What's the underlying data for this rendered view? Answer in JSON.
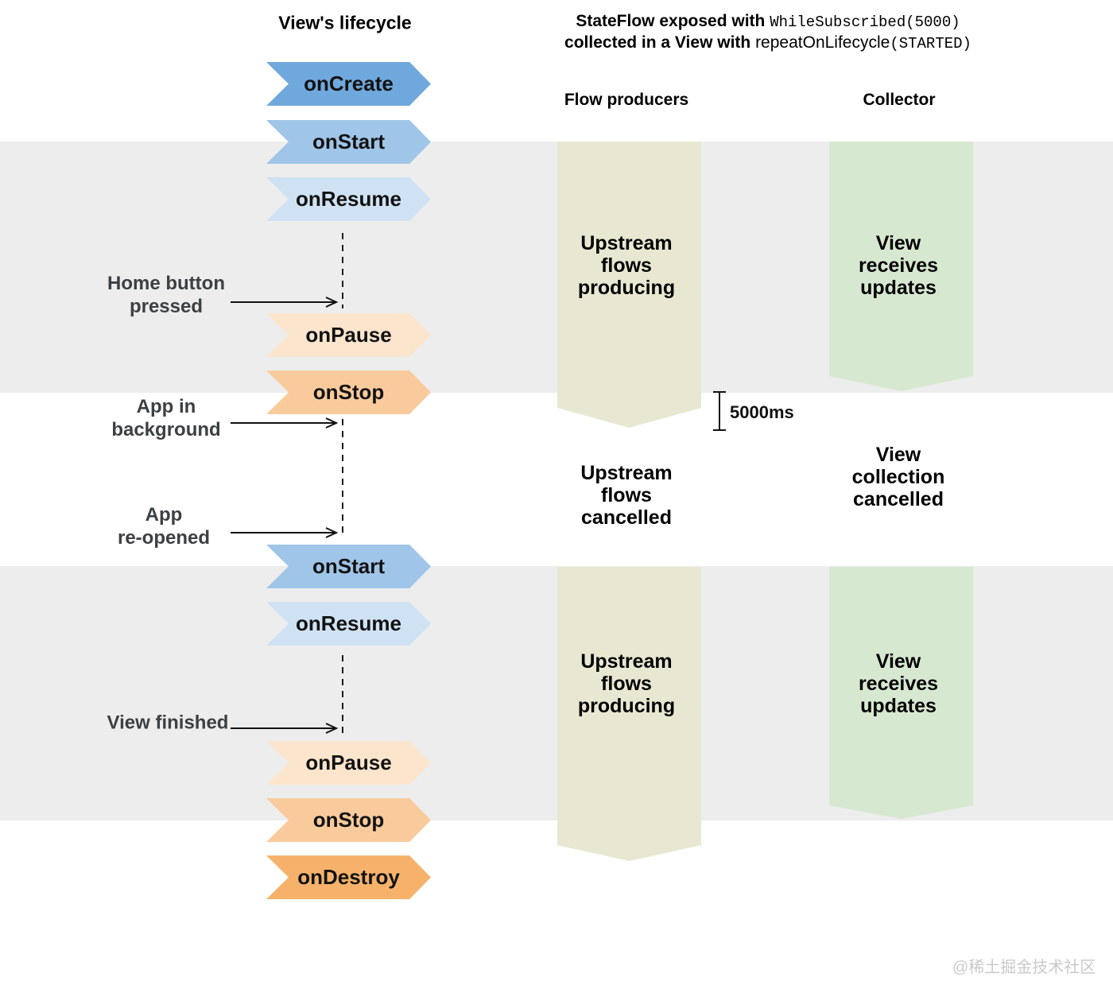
{
  "header": {
    "left_title": "View's lifecycle",
    "right_title_lines": [
      [
        {
          "text": "StateFlow exposed with ",
          "style": "bold"
        },
        {
          "text": "WhileSubscribed(5000)",
          "style": "code"
        }
      ],
      [
        {
          "text": "collected in a View with ",
          "style": "bold"
        },
        {
          "text": "repeatOnLifecycle",
          "style": "regular"
        },
        {
          "text": "(STARTED)",
          "style": "code"
        }
      ]
    ],
    "column_headers": {
      "producers": "Flow producers",
      "collector": "Collector"
    }
  },
  "lifecycle_states": [
    {
      "label": "onCreate",
      "color": "#6FA8DC"
    },
    {
      "label": "onStart",
      "color": "#9FC5E8"
    },
    {
      "label": "onResume",
      "color": "#CFE2F3"
    },
    {
      "label": "onPause",
      "color": "#FCE5CD"
    },
    {
      "label": "onStop",
      "color": "#F9CB9C"
    },
    {
      "label": "onStart",
      "color": "#9FC5E8"
    },
    {
      "label": "onResume",
      "color": "#CFE2F3"
    },
    {
      "label": "onPause",
      "color": "#FCE5CD"
    },
    {
      "label": "onStop",
      "color": "#F9CB9C"
    },
    {
      "label": "onDestroy",
      "color": "#F6B26B"
    }
  ],
  "events": [
    {
      "lines": [
        "Home button",
        "pressed"
      ]
    },
    {
      "lines": [
        "App in",
        "background"
      ]
    },
    {
      "lines": [
        "App",
        "re-opened"
      ]
    },
    {
      "lines": [
        "View finished"
      ]
    }
  ],
  "producer_column": {
    "segments": [
      {
        "lines": [
          "Upstream",
          "flows",
          "producing"
        ]
      },
      {
        "lines": [
          "Upstream",
          "flows",
          "cancelled"
        ]
      },
      {
        "lines": [
          "Upstream",
          "flows",
          "producing"
        ]
      }
    ]
  },
  "collector_column": {
    "segments": [
      {
        "lines": [
          "View",
          "receives",
          "updates"
        ]
      },
      {
        "lines": [
          "View",
          "collection",
          "cancelled"
        ]
      },
      {
        "lines": [
          "View",
          "receives",
          "updates"
        ]
      }
    ]
  },
  "annotation": {
    "label": "5000ms"
  },
  "watermark": "@稀土掘金技术社区",
  "colors": {
    "producer_band": "#E8E8D2",
    "collector_band": "#D7E8D0",
    "started_band": "#EDEDED",
    "event_label": "#3C4043",
    "chevron_text": "#121212",
    "watermark": "#C9C9C9"
  }
}
